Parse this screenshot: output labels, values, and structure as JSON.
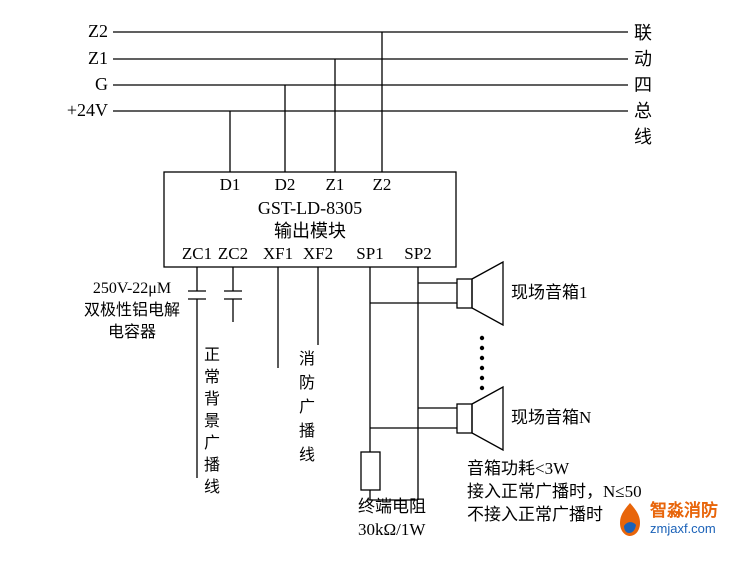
{
  "bus": {
    "left_labels": [
      "Z2",
      "Z1",
      "G",
      "+24V"
    ],
    "right_vertical_label": "联动四总线"
  },
  "module": {
    "top_terminals": [
      "D1",
      "D2",
      "Z1",
      "Z2"
    ],
    "title": "GST-LD-8305",
    "subtitle": "输出模块",
    "bottom_terminals": [
      "ZC1",
      "ZC2",
      "XF1",
      "XF2",
      "SP1",
      "SP2"
    ]
  },
  "capacitor_note": [
    "250V-22μM",
    "双极性铝电解",
    "电容器"
  ],
  "zc_vertical_label": "正常背景广播线",
  "xf_vertical_label": "消防广播线",
  "speaker_labels": {
    "first": "现场音箱1",
    "last": "现场音箱N"
  },
  "resistor_label": [
    "终端电阻",
    "30kΩ/1W"
  ],
  "notes": [
    "音箱功耗<3W",
    "接入正常广播时，N≤50",
    "不接入正常广播时"
  ],
  "watermark": {
    "brand": "智淼消防",
    "url": "zmjaxf.com"
  },
  "colors": {
    "wire": "#000000",
    "brand_orange": "#e8650a",
    "brand_blue": "#1b62b8"
  }
}
